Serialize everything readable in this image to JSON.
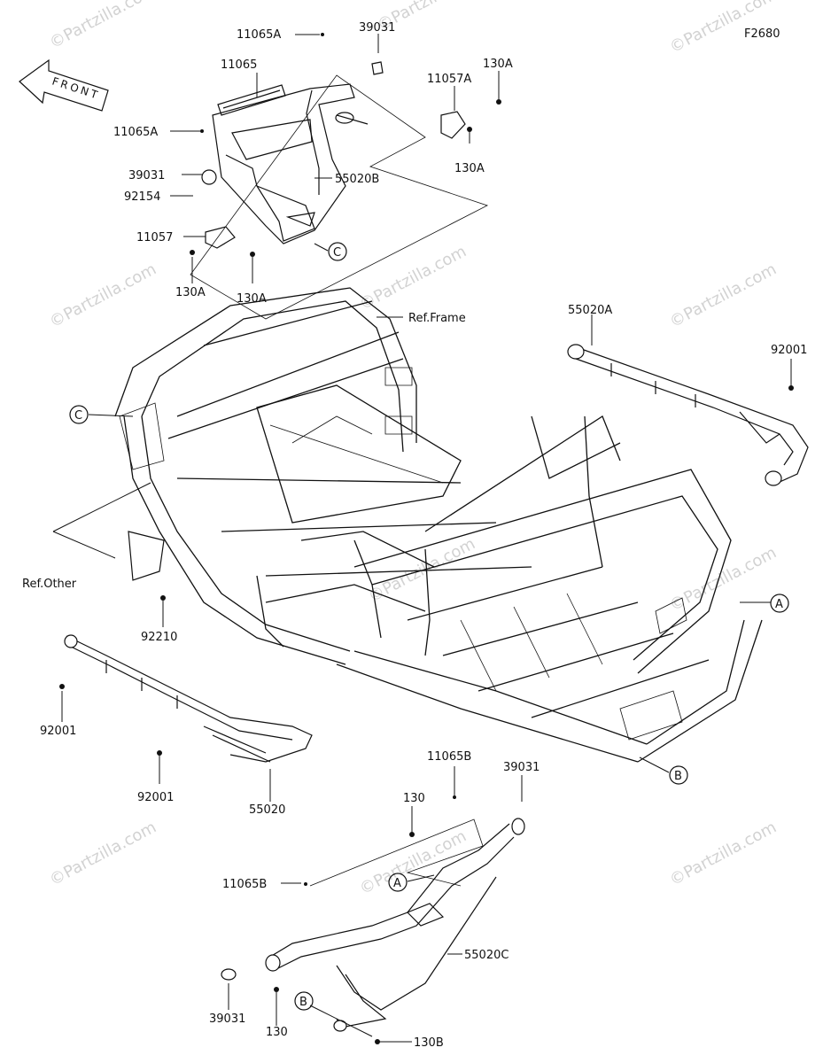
{
  "diagram_code": "F2680",
  "front_arrow_label": "FRONT",
  "watermark": "©Partzilla.com",
  "refs": {
    "frame": "Ref.Frame",
    "other": "Ref.Other"
  },
  "callouts": {
    "a": "A",
    "b": "B",
    "c": "C"
  },
  "part_labels": {
    "p11065A_top": "11065A",
    "p39031_top": "39031",
    "p11065": "11065",
    "p130A_1": "130A",
    "p11057A": "11057A",
    "p11065A_left": "11065A",
    "p130A_2": "130A",
    "p39031_left": "39031",
    "p55020B": "55020B",
    "p92154": "92154",
    "p11057": "11057",
    "p130A_3": "130A",
    "p130A_4": "130A",
    "p55020A": "55020A",
    "p92001_right": "92001",
    "p92210": "92210",
    "p92001_left": "92001",
    "p92001_bottom": "92001",
    "p55020": "55020",
    "p11065B_top": "11065B",
    "p39031_bottom": "39031",
    "p130_top": "130",
    "p11065B_left": "11065B",
    "p55020C": "55020C",
    "p39031_lower": "39031",
    "p130_bottom": "130",
    "p130B": "130B"
  }
}
